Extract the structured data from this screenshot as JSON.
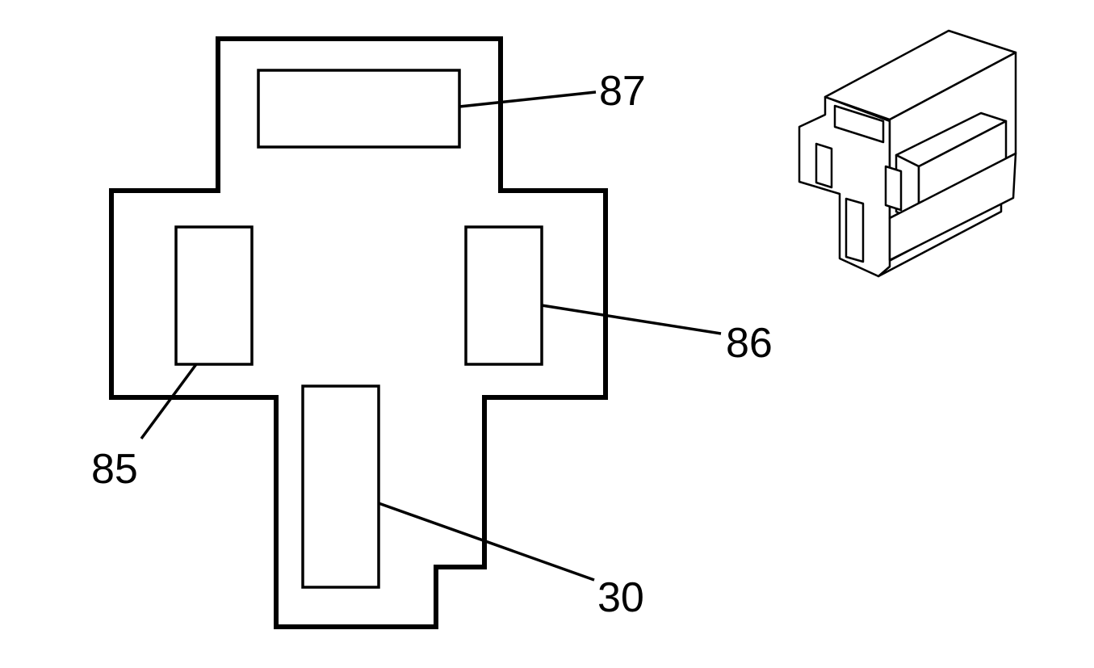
{
  "diagram": {
    "pins": [
      {
        "id": "87",
        "label": "87"
      },
      {
        "id": "86",
        "label": "86"
      },
      {
        "id": "85",
        "label": "85"
      },
      {
        "id": "30",
        "label": "30"
      }
    ]
  }
}
